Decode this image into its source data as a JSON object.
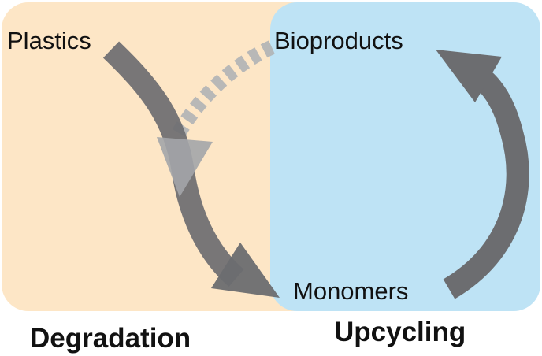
{
  "nodes": {
    "plastics": "Plastics",
    "bioproducts": "Bioproducts",
    "monomers": "Monomers"
  },
  "regions": {
    "degradation": {
      "label": "Degradation",
      "color": "#fde6c6"
    },
    "upcycling": {
      "label": "Upcycling",
      "color": "#bee3f5"
    }
  },
  "arrows": {
    "color": "#6c6d70",
    "dashed_color": "#a6a8ab"
  }
}
